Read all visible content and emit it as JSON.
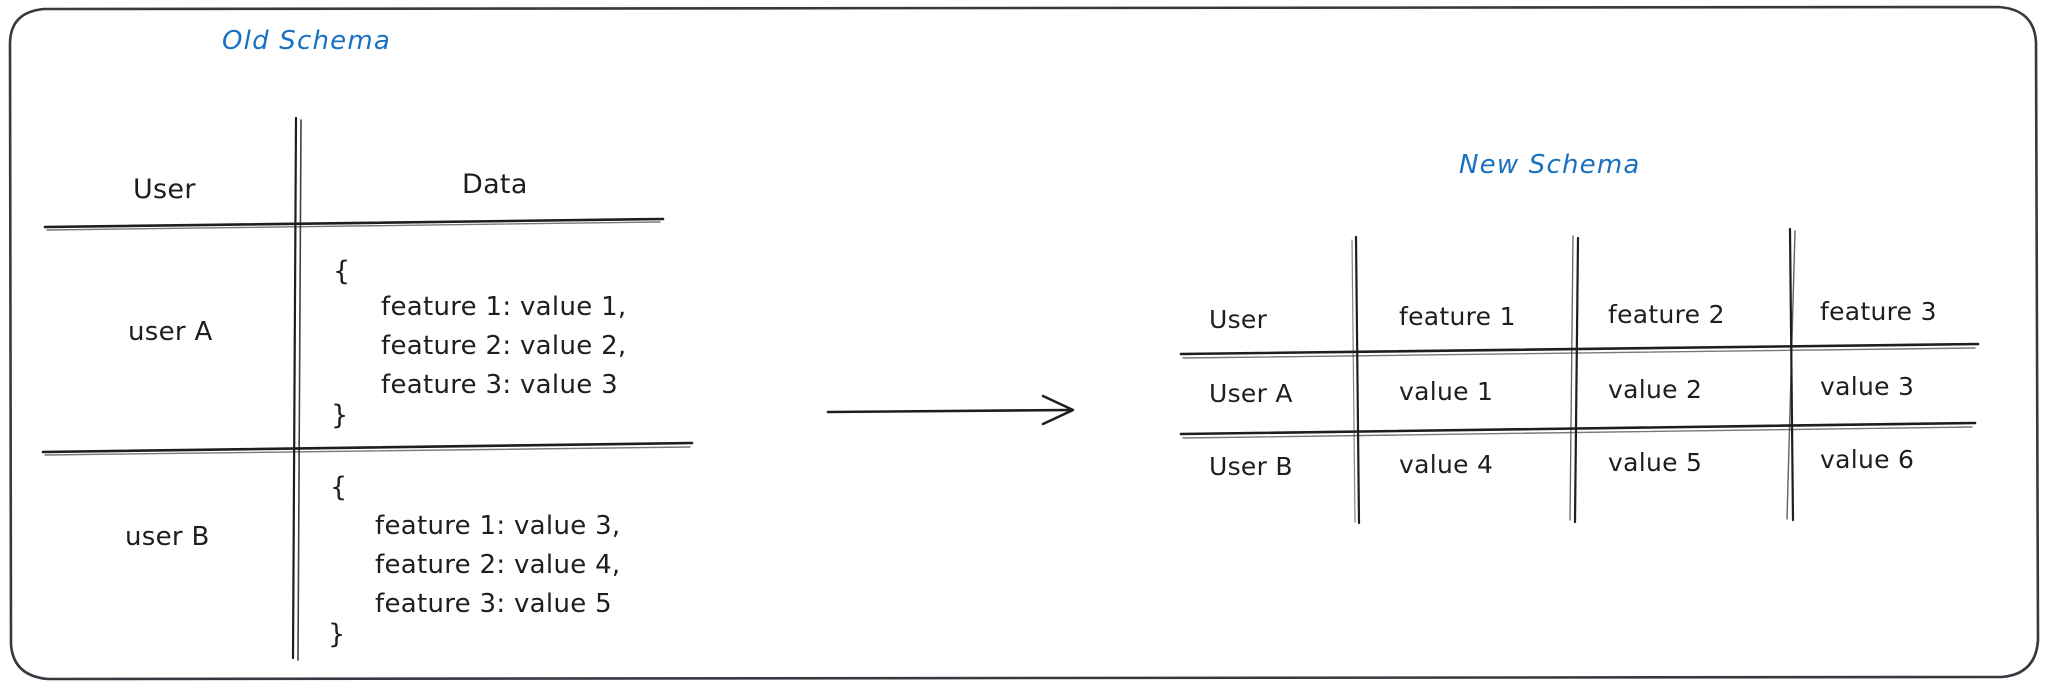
{
  "frame": {
    "name": "outer-rounded-frame",
    "stroke": "#343a40",
    "background": "#ffffff"
  },
  "colors": {
    "ink": "#1e1e1e",
    "accent_blue": "#1971c2",
    "line": "#343a40"
  },
  "left_panel": {
    "title": "Old Schema",
    "table": {
      "headers": [
        "User",
        "Data"
      ],
      "rows": [
        {
          "user": "user A",
          "open_brace": "{",
          "close_brace": "}",
          "lines": [
            "feature 1: value 1,",
            "feature 2: value 2,",
            "feature 3: value 3"
          ]
        },
        {
          "user": "user B",
          "open_brace": "{",
          "close_brace": "}",
          "lines": [
            "feature 1: value 3,",
            "feature 2: value 4,",
            "feature 3: value 5"
          ]
        }
      ]
    }
  },
  "arrow": {
    "name": "transform-arrow",
    "direction": "right"
  },
  "right_panel": {
    "title": "New Schema",
    "table": {
      "headers": [
        "User",
        "feature 1",
        "feature 2",
        "feature 3"
      ],
      "rows": [
        [
          "User A",
          "value 1",
          "value 2",
          "value 3"
        ],
        [
          "User B",
          "value 4",
          "value 5",
          "value 6"
        ]
      ]
    }
  }
}
